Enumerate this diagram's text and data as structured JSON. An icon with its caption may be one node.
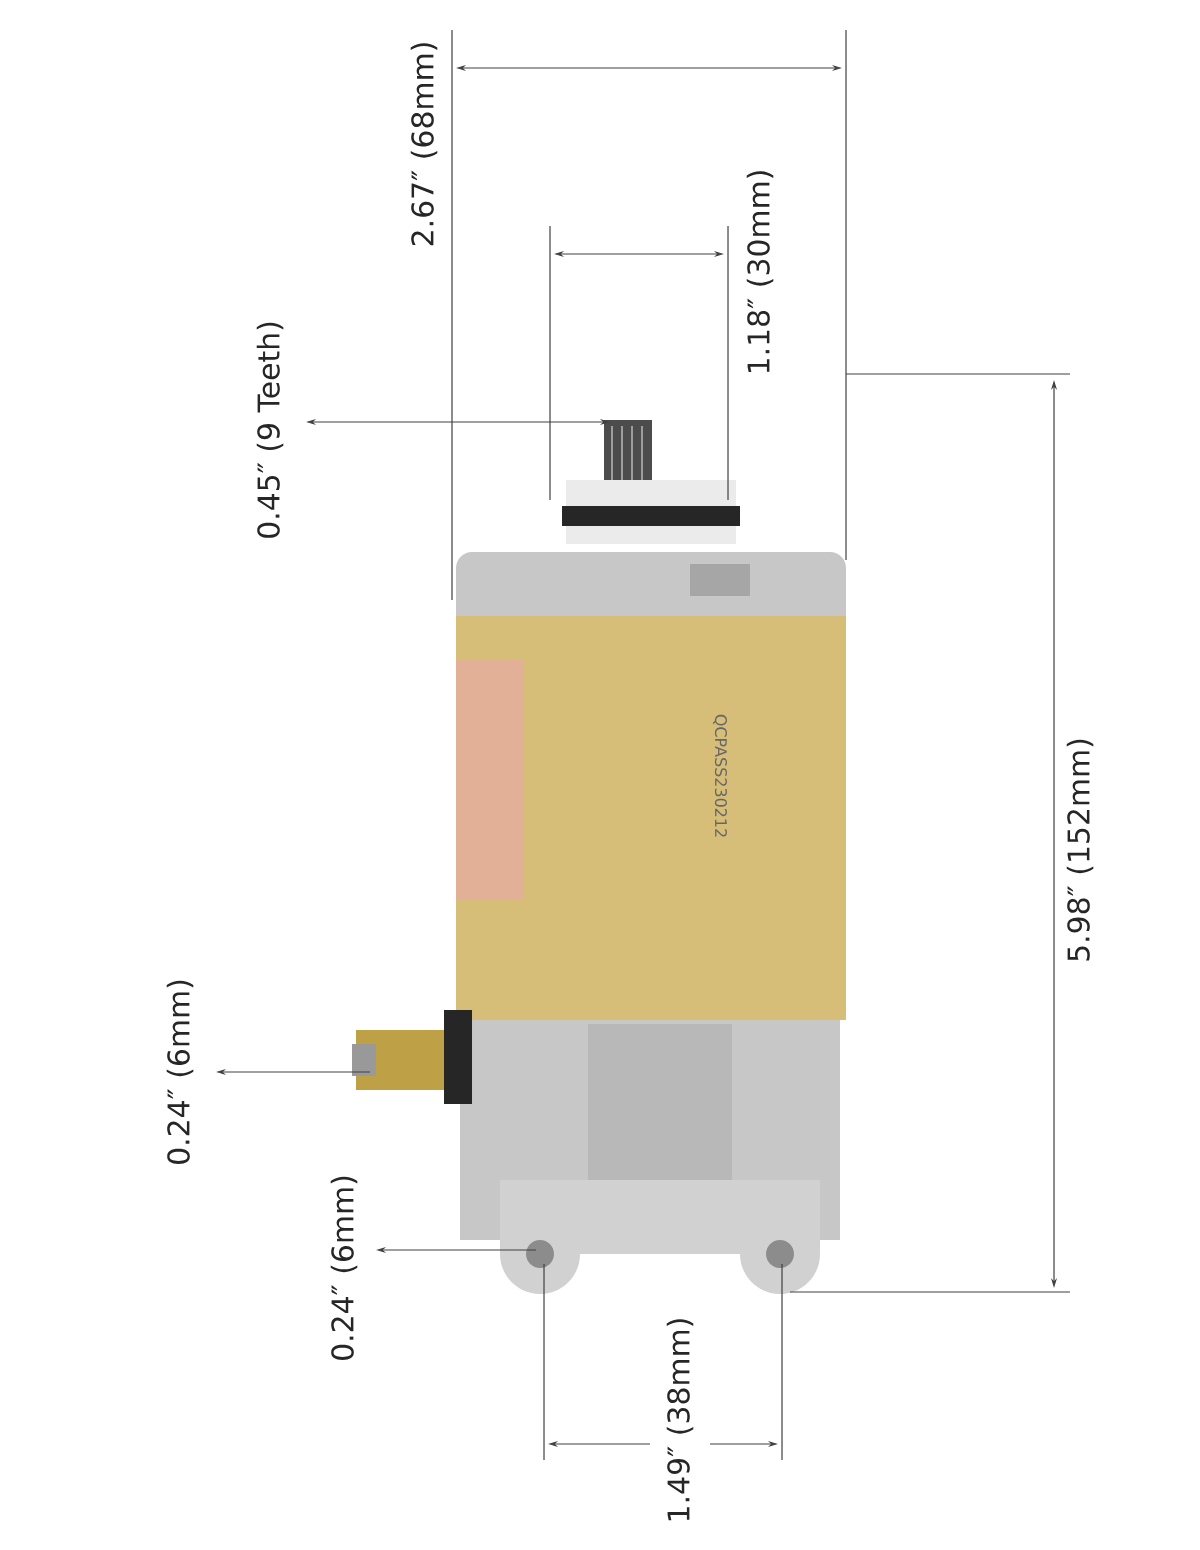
{
  "diagram": {
    "labels": [
      "2.67″ (68mm)",
      "1.18″ (30mm)",
      "0.45″ (9 Teeth)",
      "QCPASS230212",
      "5.98″ (152mm)",
      "0.24″ (6mm)",
      "0.24″ (6mm)",
      "1.49″ (38mm)"
    ]
  }
}
